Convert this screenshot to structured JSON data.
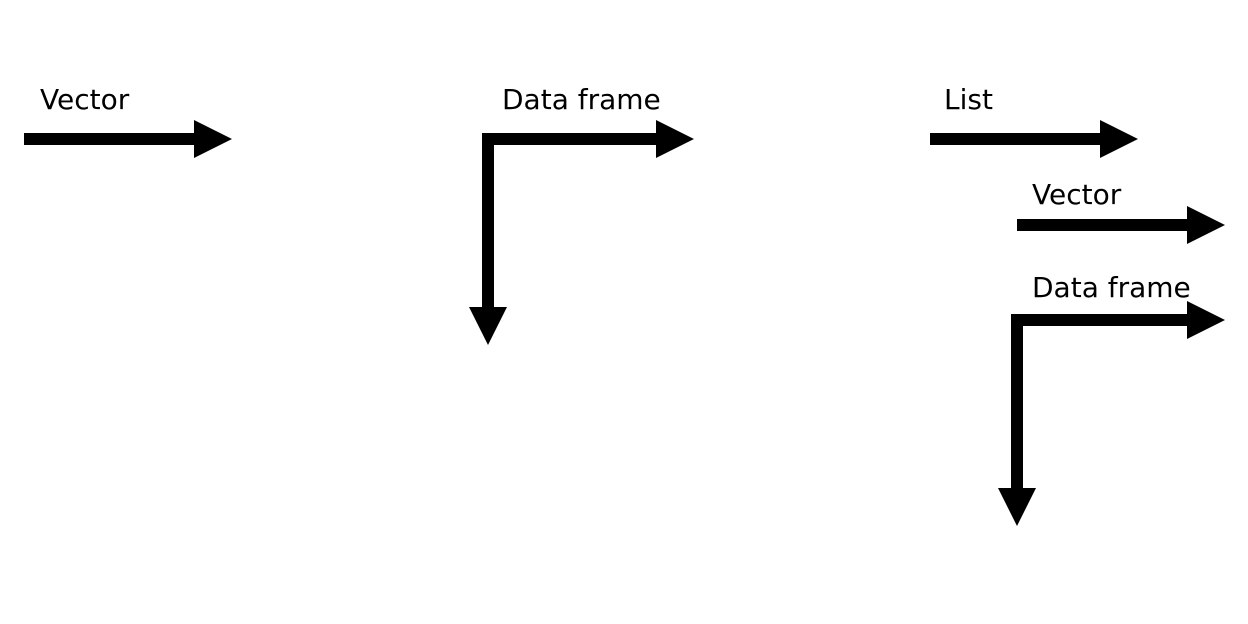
{
  "labels": {
    "vector_1": "Vector",
    "data_frame_1": "Data frame",
    "list": "List",
    "vector_2": "Vector",
    "data_frame_2": "Data frame"
  },
  "colors": {
    "ink": "#000000",
    "background": "#ffffff"
  }
}
